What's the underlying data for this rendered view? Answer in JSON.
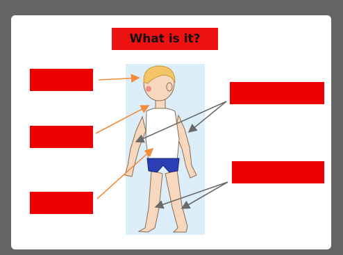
{
  "slide": {
    "title": "What is it?"
  },
  "label_boxes": [
    {
      "id": "head",
      "text": ""
    },
    {
      "id": "neck",
      "text": ""
    },
    {
      "id": "belly",
      "text": ""
    },
    {
      "id": "arms",
      "text": ""
    },
    {
      "id": "knees",
      "text": ""
    }
  ],
  "colors": {
    "frame": "#646464",
    "label_fill": "#ee0000",
    "arrow_orange": "#f28c3a",
    "arrow_gray": "#6a6a6a",
    "figure_background": "#dbeefa"
  },
  "illustration": {
    "subject": "boy-body-parts-icon"
  }
}
